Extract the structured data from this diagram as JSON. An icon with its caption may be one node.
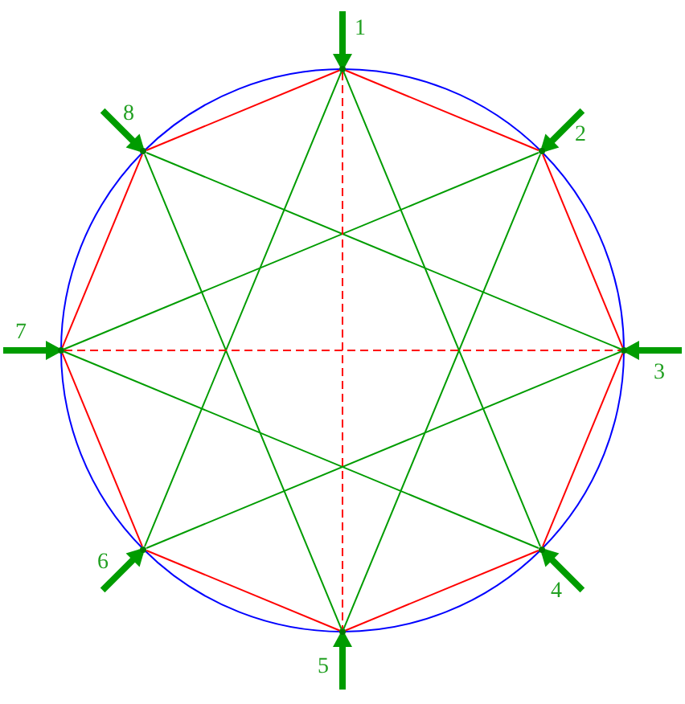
{
  "diagram": {
    "nodes": [
      {
        "text": [],
        "shape": "dot",
        "beside": [
          "1"
        ]
      },
      {
        "text": [],
        "shape": "dot",
        "beside": [
          "2"
        ]
      },
      {
        "text": [],
        "shape": "dot",
        "beside": [
          "3"
        ]
      },
      {
        "text": [],
        "shape": "dot",
        "beside": [
          "4"
        ]
      },
      {
        "text": [],
        "shape": "dot",
        "beside": [
          "5"
        ]
      },
      {
        "text": [],
        "shape": "dot",
        "beside": [
          "6"
        ]
      },
      {
        "text": [],
        "shape": "dot",
        "beside": [
          "7"
        ]
      },
      {
        "text": [],
        "shape": "dot",
        "beside": [
          "8"
        ]
      }
    ],
    "edges": [
      {
        "from": 0,
        "to": 1,
        "arrow": "none",
        "color": "#ff0000"
      },
      {
        "from": 1,
        "to": 2,
        "arrow": "none",
        "color": "#ff0000"
      },
      {
        "from": 2,
        "to": 3,
        "arrow": "none",
        "color": "#ff0000"
      },
      {
        "from": 3,
        "to": 4,
        "arrow": "none",
        "color": "#ff0000"
      },
      {
        "from": 4,
        "to": 5,
        "arrow": "none",
        "color": "#ff0000"
      },
      {
        "from": 5,
        "to": 6,
        "arrow": "none",
        "color": "#ff0000"
      },
      {
        "from": 6,
        "to": 7,
        "arrow": "none",
        "color": "#ff0000"
      },
      {
        "from": 7,
        "to": 0,
        "arrow": "none",
        "color": "#ff0000"
      },
      {
        "from": 0,
        "to": 3,
        "arrow": "none"
      },
      {
        "from": 0,
        "to": 5,
        "arrow": "none"
      },
      {
        "from": 1,
        "to": 4,
        "arrow": "none"
      },
      {
        "from": 1,
        "to": 6,
        "arrow": "none"
      },
      {
        "from": 2,
        "to": 5,
        "arrow": "none"
      },
      {
        "from": 2,
        "to": 7,
        "arrow": "none"
      },
      {
        "from": 3,
        "to": 6,
        "arrow": "none"
      },
      {
        "from": 4,
        "to": 7,
        "arrow": "none"
      },
      {
        "from": 0,
        "to": 4,
        "arrow": "none",
        "style": "dashed",
        "color": "#ff0000"
      },
      {
        "from": 6,
        "to": 2,
        "arrow": "none",
        "style": "dashed",
        "color": "#ff0000"
      },
      {
        "from": null,
        "to": 0,
        "arrow": "to",
        "style": "thick"
      },
      {
        "from": null,
        "to": 1,
        "arrow": "to",
        "style": "thick"
      },
      {
        "from": null,
        "to": 2,
        "arrow": "to",
        "style": "thick"
      },
      {
        "from": null,
        "to": 3,
        "arrow": "to",
        "style": "thick"
      },
      {
        "from": null,
        "to": 4,
        "arrow": "to",
        "style": "thick"
      },
      {
        "from": null,
        "to": 5,
        "arrow": "to",
        "style": "thick"
      },
      {
        "from": null,
        "to": 6,
        "arrow": "to",
        "style": "thick"
      },
      {
        "from": null,
        "to": 7,
        "arrow": "to",
        "style": "thick"
      }
    ]
  }
}
